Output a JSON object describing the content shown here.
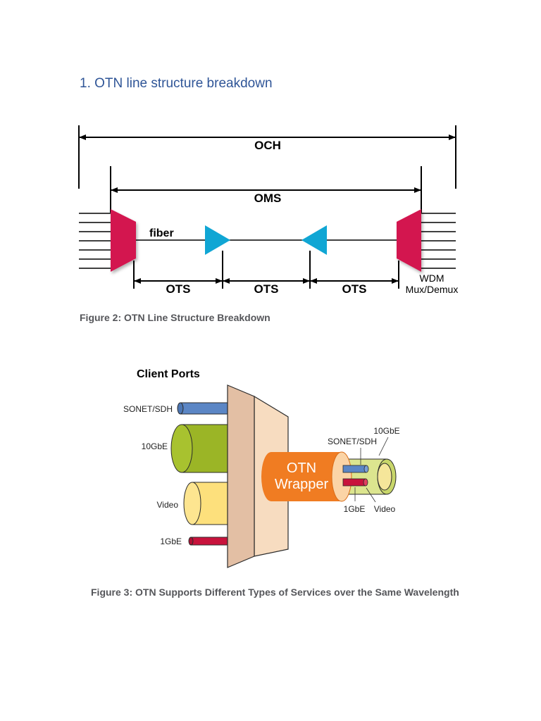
{
  "document": {
    "heading": "1. OTN line structure breakdown"
  },
  "figure2": {
    "caption": "Figure 2: OTN Line Structure Breakdown",
    "labels": {
      "och": "OCH",
      "oms": "OMS",
      "fiber": "fiber",
      "ots_1": "OTS",
      "ots_2": "OTS",
      "ots_3": "OTS",
      "wdm": "WDM",
      "mux_demux": "Mux/Demux"
    },
    "colors": {
      "mux": "#d3134f",
      "amplifier": "#10a6d4",
      "line": "#000000"
    }
  },
  "figure3": {
    "caption": "Figure 3: OTN Supports Different Types of Services over the Same Wavelength",
    "labels": {
      "client_ports": "Client Ports",
      "sonet_sdh": "SONET/SDH",
      "ten_gbe": "10GbE",
      "video": "Video",
      "one_gbe": "1GbE",
      "otn": "OTN",
      "wrapper": "Wrapper",
      "cable_ten_gbe": "10GbE",
      "cable_sonet_sdh": "SONET/SDH",
      "cable_one_gbe": "1GbE",
      "cable_video": "Video"
    },
    "colors": {
      "sonet_sdh": "#5b86c5",
      "ten_gbe": "#9bb526",
      "video": "#fde07c",
      "one_gbe": "#c8133c",
      "otn_wrapper": "#f07c22",
      "mux_panel_dark": "#e3bfa4",
      "mux_panel_light": "#f7dcc0"
    }
  }
}
